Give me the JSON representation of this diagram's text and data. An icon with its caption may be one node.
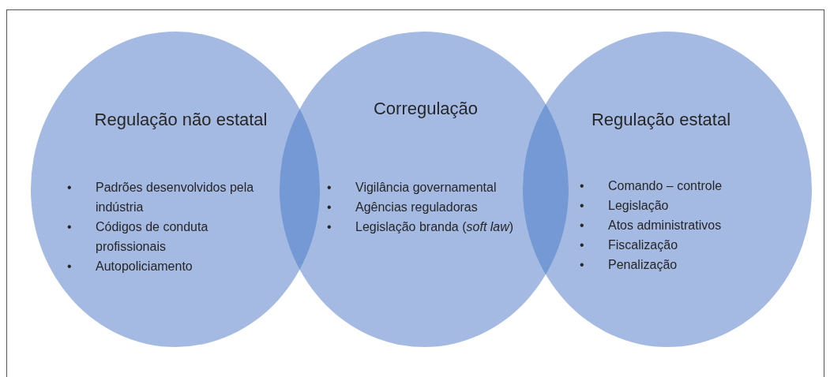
{
  "diagram": {
    "nodes": [
      {
        "text": [
          "Regulação não estatal",
          "• Padrões desenvolvidos pela indústria",
          "• Códigos de conduta profissionais",
          "• Autopoliciamento"
        ]
      },
      {
        "text": [
          "Corregulação",
          "• Vigilância governamental",
          "• Agências reguladoras",
          "• Legislação branda (*soft law*)"
        ]
      },
      {
        "text": [
          "Regulação estatal",
          "• Comando – controle",
          "• Legislação",
          "• Atos administrativos",
          "• Fiscalização",
          "• Penalização"
        ]
      }
    ],
    "edges": []
  }
}
